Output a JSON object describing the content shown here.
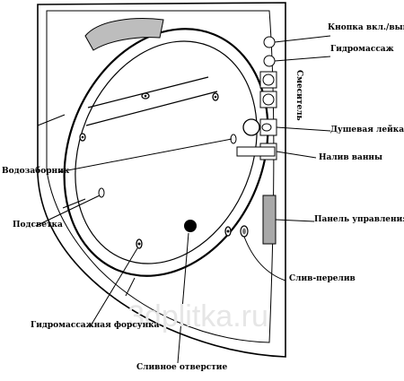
{
  "labels": {
    "button_onoff": "Кнопка вкл./выкл.",
    "hydromassage": "Гидромассаж",
    "mixer": "Смеситель",
    "shower_head": "Душевая лейка",
    "bath_fill": "Налив ванны",
    "water_intake": "Водозаборник",
    "control_panel": "Панель управления",
    "backlight": "Подсветка",
    "overflow_drain": "Слив-перелив",
    "jet_nozzle": "Гидромассажная форсунка",
    "drain_hole": "Сливное отверстие"
  },
  "watermark": "3dplitka.ru",
  "colors": {
    "line": "#000000",
    "headrest": "#bdbdbd",
    "panel": "#a8a8a8",
    "watermark": "#e6e6e6"
  }
}
